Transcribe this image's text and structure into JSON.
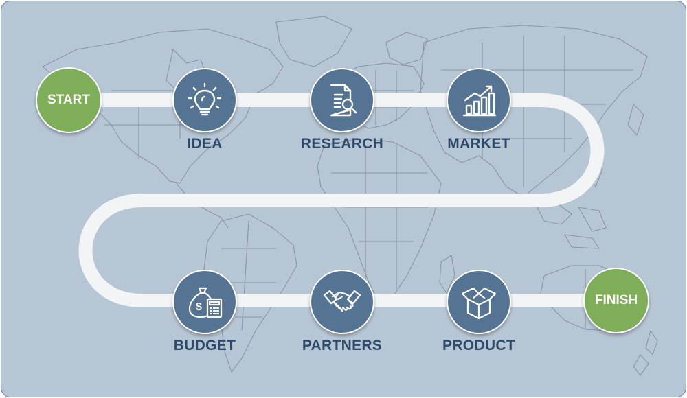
{
  "start_label": "START",
  "finish_label": "FINISH",
  "steps": [
    {
      "label": "IDEA",
      "icon": "lightbulb-icon"
    },
    {
      "label": "RESEARCH",
      "icon": "document-search-icon"
    },
    {
      "label": "MARKET",
      "icon": "bar-chart-growth-icon"
    },
    {
      "label": "BUDGET",
      "icon": "money-bag-calculator-icon"
    },
    {
      "label": "PARTNERS",
      "icon": "handshake-icon"
    },
    {
      "label": "PRODUCT",
      "icon": "open-box-icon"
    }
  ],
  "colors": {
    "background": "#b7c6d5",
    "map_lines": "#7f8d9b",
    "road": "#f3f4f6",
    "step_circle": "#557494",
    "endpoint_circle": "#7fae59",
    "label_text": "#2e4a6a"
  }
}
